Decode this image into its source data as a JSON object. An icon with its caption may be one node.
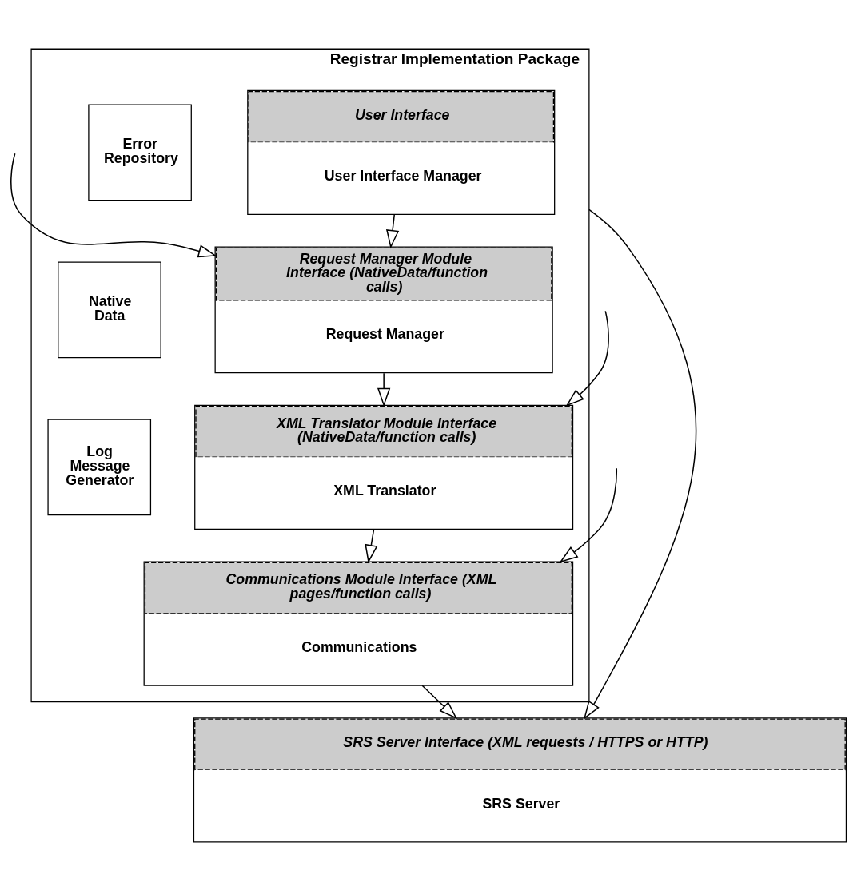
{
  "diagram": {
    "nodes": [
      {
        "text": [
          "Registrar Implementation Package"
        ]
      },
      {
        "text": [
          "User Interface",
          "User Interface Manager"
        ],
        "in": 0
      },
      {
        "text": [
          "Error Repository"
        ],
        "in": 0
      },
      {
        "text": [
          "Request Manager Module Interface (NativeData/function calls)",
          "Request Manager"
        ],
        "in": 0
      },
      {
        "text": [
          "Native Data"
        ],
        "in": 0
      },
      {
        "text": [
          "XML Translator Module Interface (NativeData/function calls)",
          "XML Translator"
        ],
        "in": 0
      },
      {
        "text": [
          "Log Message Generator"
        ],
        "in": 0
      },
      {
        "text": [
          "Communications Module Interface (XML pages/function calls)",
          "Communications"
        ],
        "in": 0
      },
      {
        "text": [
          "SRS Server Interface (XML requests / HTTPS or HTTP)",
          "SRS Server"
        ]
      }
    ],
    "edges": [
      {
        "from": 1,
        "to": 3,
        "arrow": "to"
      },
      {
        "from": null,
        "to": 3,
        "arrow": "to"
      },
      {
        "from": 3,
        "to": 5,
        "arrow": "to"
      },
      {
        "from": null,
        "to": 5,
        "arrow": "to"
      },
      {
        "from": 5,
        "to": 7,
        "arrow": "to"
      },
      {
        "from": null,
        "to": 7,
        "arrow": "to"
      },
      {
        "from": 7,
        "to": 8,
        "arrow": "to"
      },
      {
        "from": 0,
        "to": 8,
        "arrow": "to"
      }
    ]
  }
}
